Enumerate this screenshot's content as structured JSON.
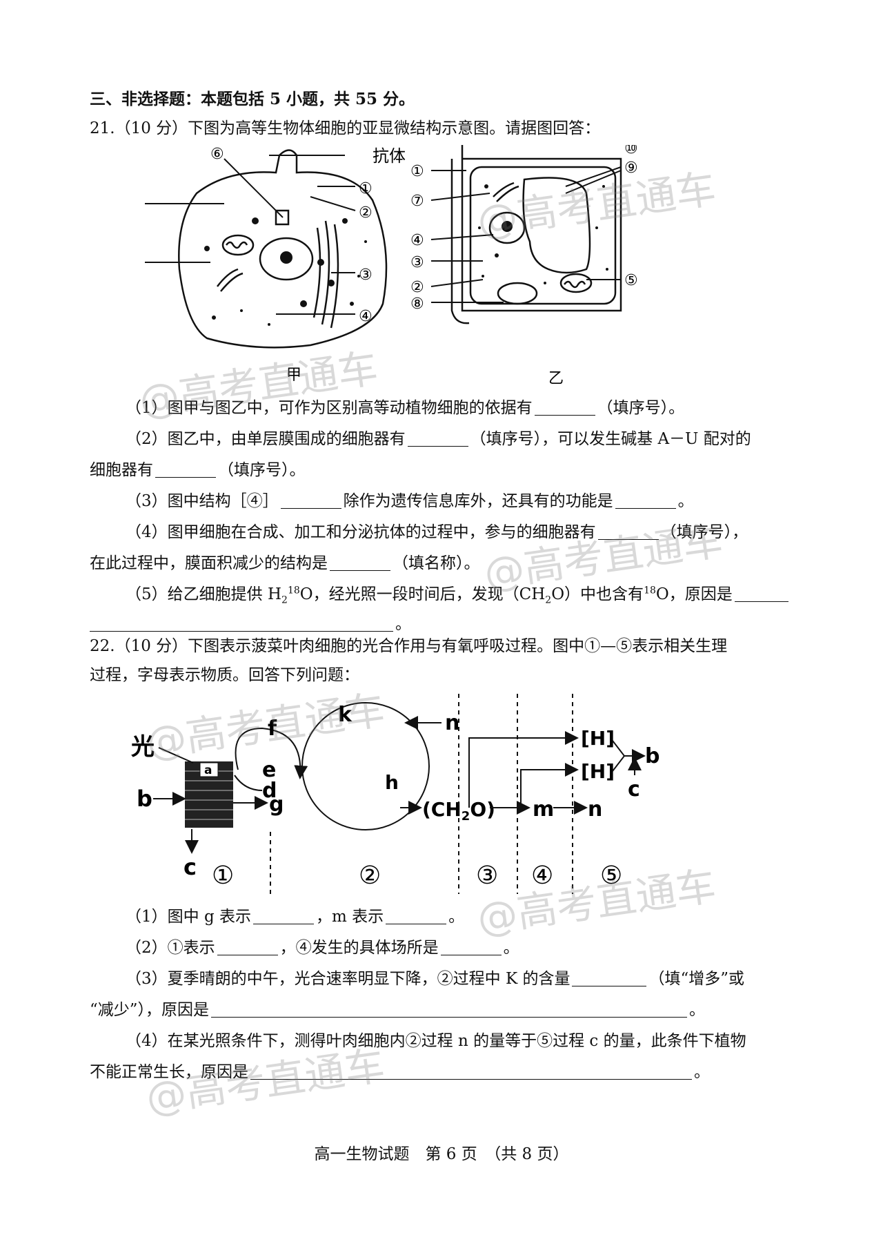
{
  "section_title": "三、非选择题：本题包括 5 小题，共 55 分。",
  "q21": {
    "stem": "21.（10 分）下图为高等生物体细胞的亚显微结构示意图。请据图回答：",
    "fig_labels": {
      "antibody": "抗体",
      "cell_a": "甲",
      "cell_b": "乙",
      "c1": "①",
      "c2": "②",
      "c3": "③",
      "c4": "④",
      "c5": "⑤",
      "c6": "⑥",
      "c7": "⑦",
      "c8": "⑧",
      "c9": "⑨",
      "c10": "⑩"
    },
    "p1_a": "（1）图甲与图乙中，可作为区别高等动植物细胞的依据有",
    "p1_b": "（填序号）。",
    "p2_a": "（2）图乙中，由单层膜围成的细胞器有",
    "p2_b": "（填序号），可以发生碱基 A－U 配对的",
    "p2_c": "细胞器有",
    "p2_d": "（填序号）。",
    "p3_a": "（3）图中结构［④］",
    "p3_b": "除作为遗传信息库外，还具有的功能是",
    "p3_c": "。",
    "p4_a": "（4）图甲细胞在合成、加工和分泌抗体的过程中，参与的细胞器有",
    "p4_b": "（填序号），",
    "p4_c": "在此过程中，膜面积减少的结构是",
    "p4_d": "（填名称）。",
    "p5_a": "（5）给乙细胞提供 H",
    "p5_sub": "2",
    "p5_sup": "18",
    "p5_b": "O，经光照一段时间后，发现（CH",
    "p5_sub2": "2",
    "p5_c": "O）中也含有",
    "p5_sup2": "18",
    "p5_d": "O，原因是",
    "p5_end": "。"
  },
  "q22": {
    "stem_1": "22.（10 分）下图表示菠菜叶肉细胞的光合作用与有氧呼吸过程。图中①—⑤表示相关生理",
    "stem_2": "过程，字母表示物质。回答下列问题：",
    "fig_labels": {
      "light": "光",
      "a": "a",
      "b": "b",
      "c": "c",
      "d": "d",
      "e": "e",
      "f": "f",
      "g": "g",
      "h": "h",
      "k": "k",
      "n": "n",
      "m": "m",
      "ch2o_1": "(CH",
      "ch2o_sub": "2",
      "ch2o_2": "O)",
      "h1": "[H]",
      "h2": "[H]",
      "b2": "b",
      "c2": "c",
      "n2": "n",
      "s1": "①",
      "s2": "②",
      "s3": "③",
      "s4": "④",
      "s5": "⑤"
    },
    "p1_a": "（1）图中 g 表示",
    "p1_b": "，m 表示",
    "p1_c": "。",
    "p2_a": "（2）①表示",
    "p2_b": "，④发生的具体场所是",
    "p2_c": "。",
    "p3_a": "（3）夏季晴朗的中午，光合速率明显下降，②过程中 K 的含量",
    "p3_b": "（填“增多”或",
    "p3_c": "“减少”），原因是",
    "p3_d": "。",
    "p4_a": "（4）在某光照条件下，测得叶肉细胞内②过程 n 的量等于⑤过程 c 的量，此条件下植物",
    "p4_b": "不能正常生长，原因是",
    "p4_c": "。"
  },
  "footer": "高一生物试题　第 6 页　（共 8 页）",
  "watermark": "@高考直通车"
}
